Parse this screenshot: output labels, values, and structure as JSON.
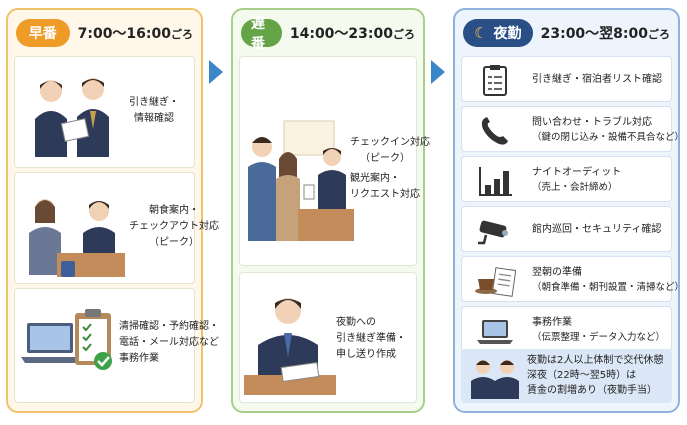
{
  "shifts": {
    "early": {
      "badge": "早番",
      "time": "7:00〜16:00",
      "time_suffix": "ごろ",
      "tasks": [
        [
          "引き継ぎ・",
          "情報確認"
        ],
        [
          "朝食案内・",
          "チェックアウト対応",
          "（ピーク）"
        ],
        [
          "清掃確認・予約確認・",
          "電話・メール対応など",
          "事務作業"
        ]
      ]
    },
    "late": {
      "badge": "遅番",
      "time": "14:00〜23:00",
      "time_suffix": "ごろ",
      "tasks": [
        [
          "チェックイン対応",
          "（ピーク）",
          "観光案内・",
          "リクエスト対応"
        ],
        [
          "夜勤への",
          "引き継ぎ準備・",
          "申し送り作成"
        ]
      ]
    },
    "night": {
      "badge": "夜勤",
      "time": "23:00〜翌8:00",
      "time_suffix": "ごろ",
      "tasks": [
        {
          "title": "引き継ぎ・宿泊者リスト確認",
          "sub": ""
        },
        {
          "title": "問い合わせ・トラブル対応",
          "sub": "（鍵の閉じ込み・設備不具合など）"
        },
        {
          "title": "ナイトオーディット",
          "sub": "（売上・会計締め）"
        },
        {
          "title": "館内巡回・セキュリティ確認",
          "sub": ""
        },
        {
          "title": "翌朝の準備",
          "sub": "（朝食準備・朝刊設置・清掃など）"
        },
        {
          "title": "事務作業",
          "sub": "（伝票整理・データ入力など）"
        }
      ],
      "notice": [
        "夜勤は2人以上体制で交代休憩",
        "深夜（22時〜翌5時）は",
        "賃金の割増あり（夜勤手当）"
      ]
    }
  },
  "colors": {
    "early": "#ee9b28",
    "late": "#64a447",
    "night": "#2a4f86",
    "arrow": "#3a86c8"
  }
}
